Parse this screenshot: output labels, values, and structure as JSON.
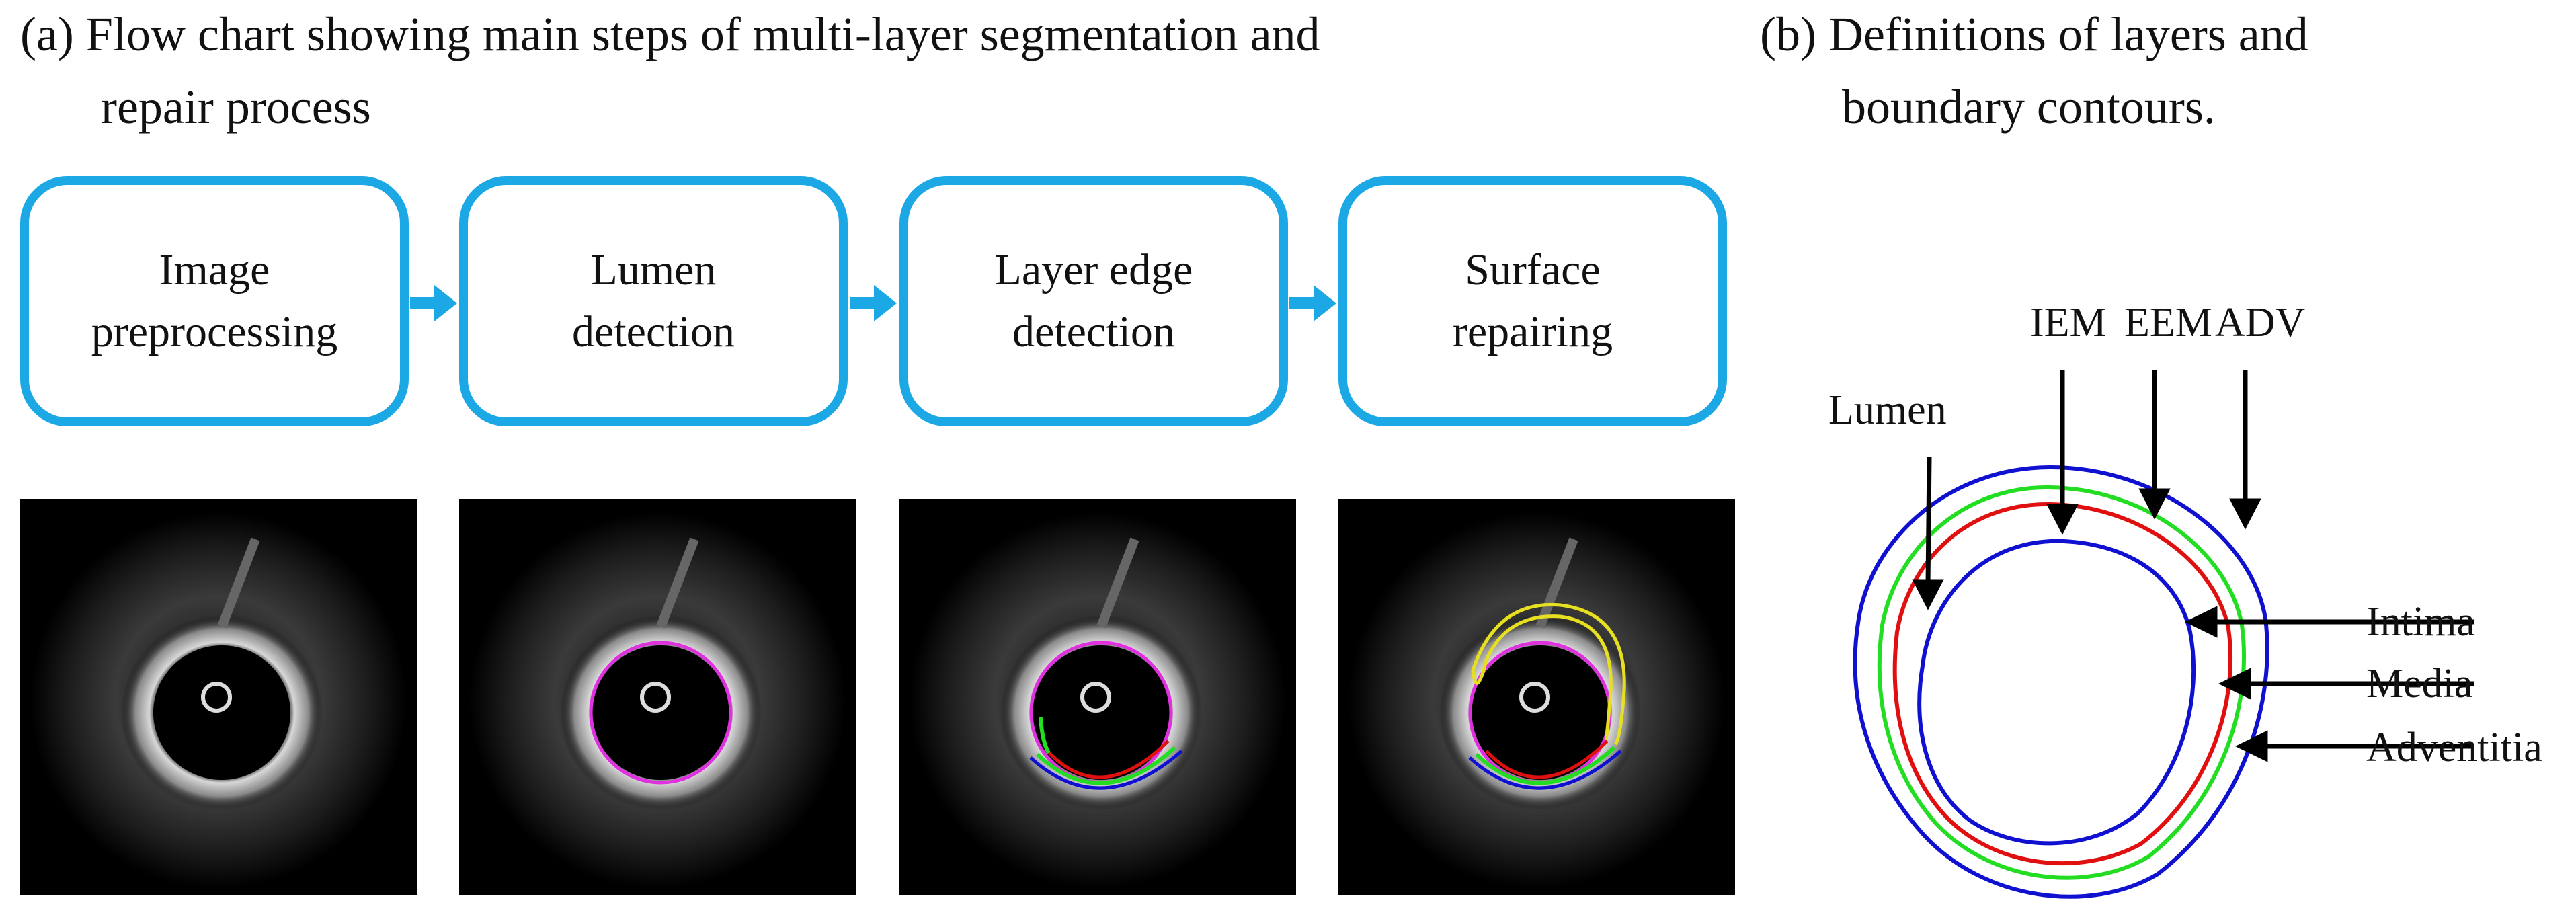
{
  "panel_a": {
    "caption_line1": "(a) Flow chart showing main steps of multi-layer segmentation  and",
    "caption_line2": "repair process",
    "steps": [
      {
        "line1": "Image",
        "line2": "preprocessing"
      },
      {
        "line1": "Lumen",
        "line2": "detection"
      },
      {
        "line1": "Layer edge",
        "line2": "detection"
      },
      {
        "line1": "Surface",
        "line2": "repairing"
      }
    ]
  },
  "panel_b": {
    "caption_line1": "(b) Definitions of layers and",
    "caption_line2": "boundary contours.",
    "labels": {
      "lumen": "Lumen",
      "iem": "IEM",
      "eem": "EEM",
      "adv": "ADV",
      "intima": "Intima",
      "media": "Media",
      "adventitia": "Adventitia"
    }
  },
  "colors": {
    "flow_box": "#1ca8e4",
    "lumen_contour": "#e030e0",
    "iem_contour": "#e01010",
    "eem_contour": "#22dd22",
    "adv_contour": "#1010d0",
    "repair_contour": "#e6e020"
  }
}
